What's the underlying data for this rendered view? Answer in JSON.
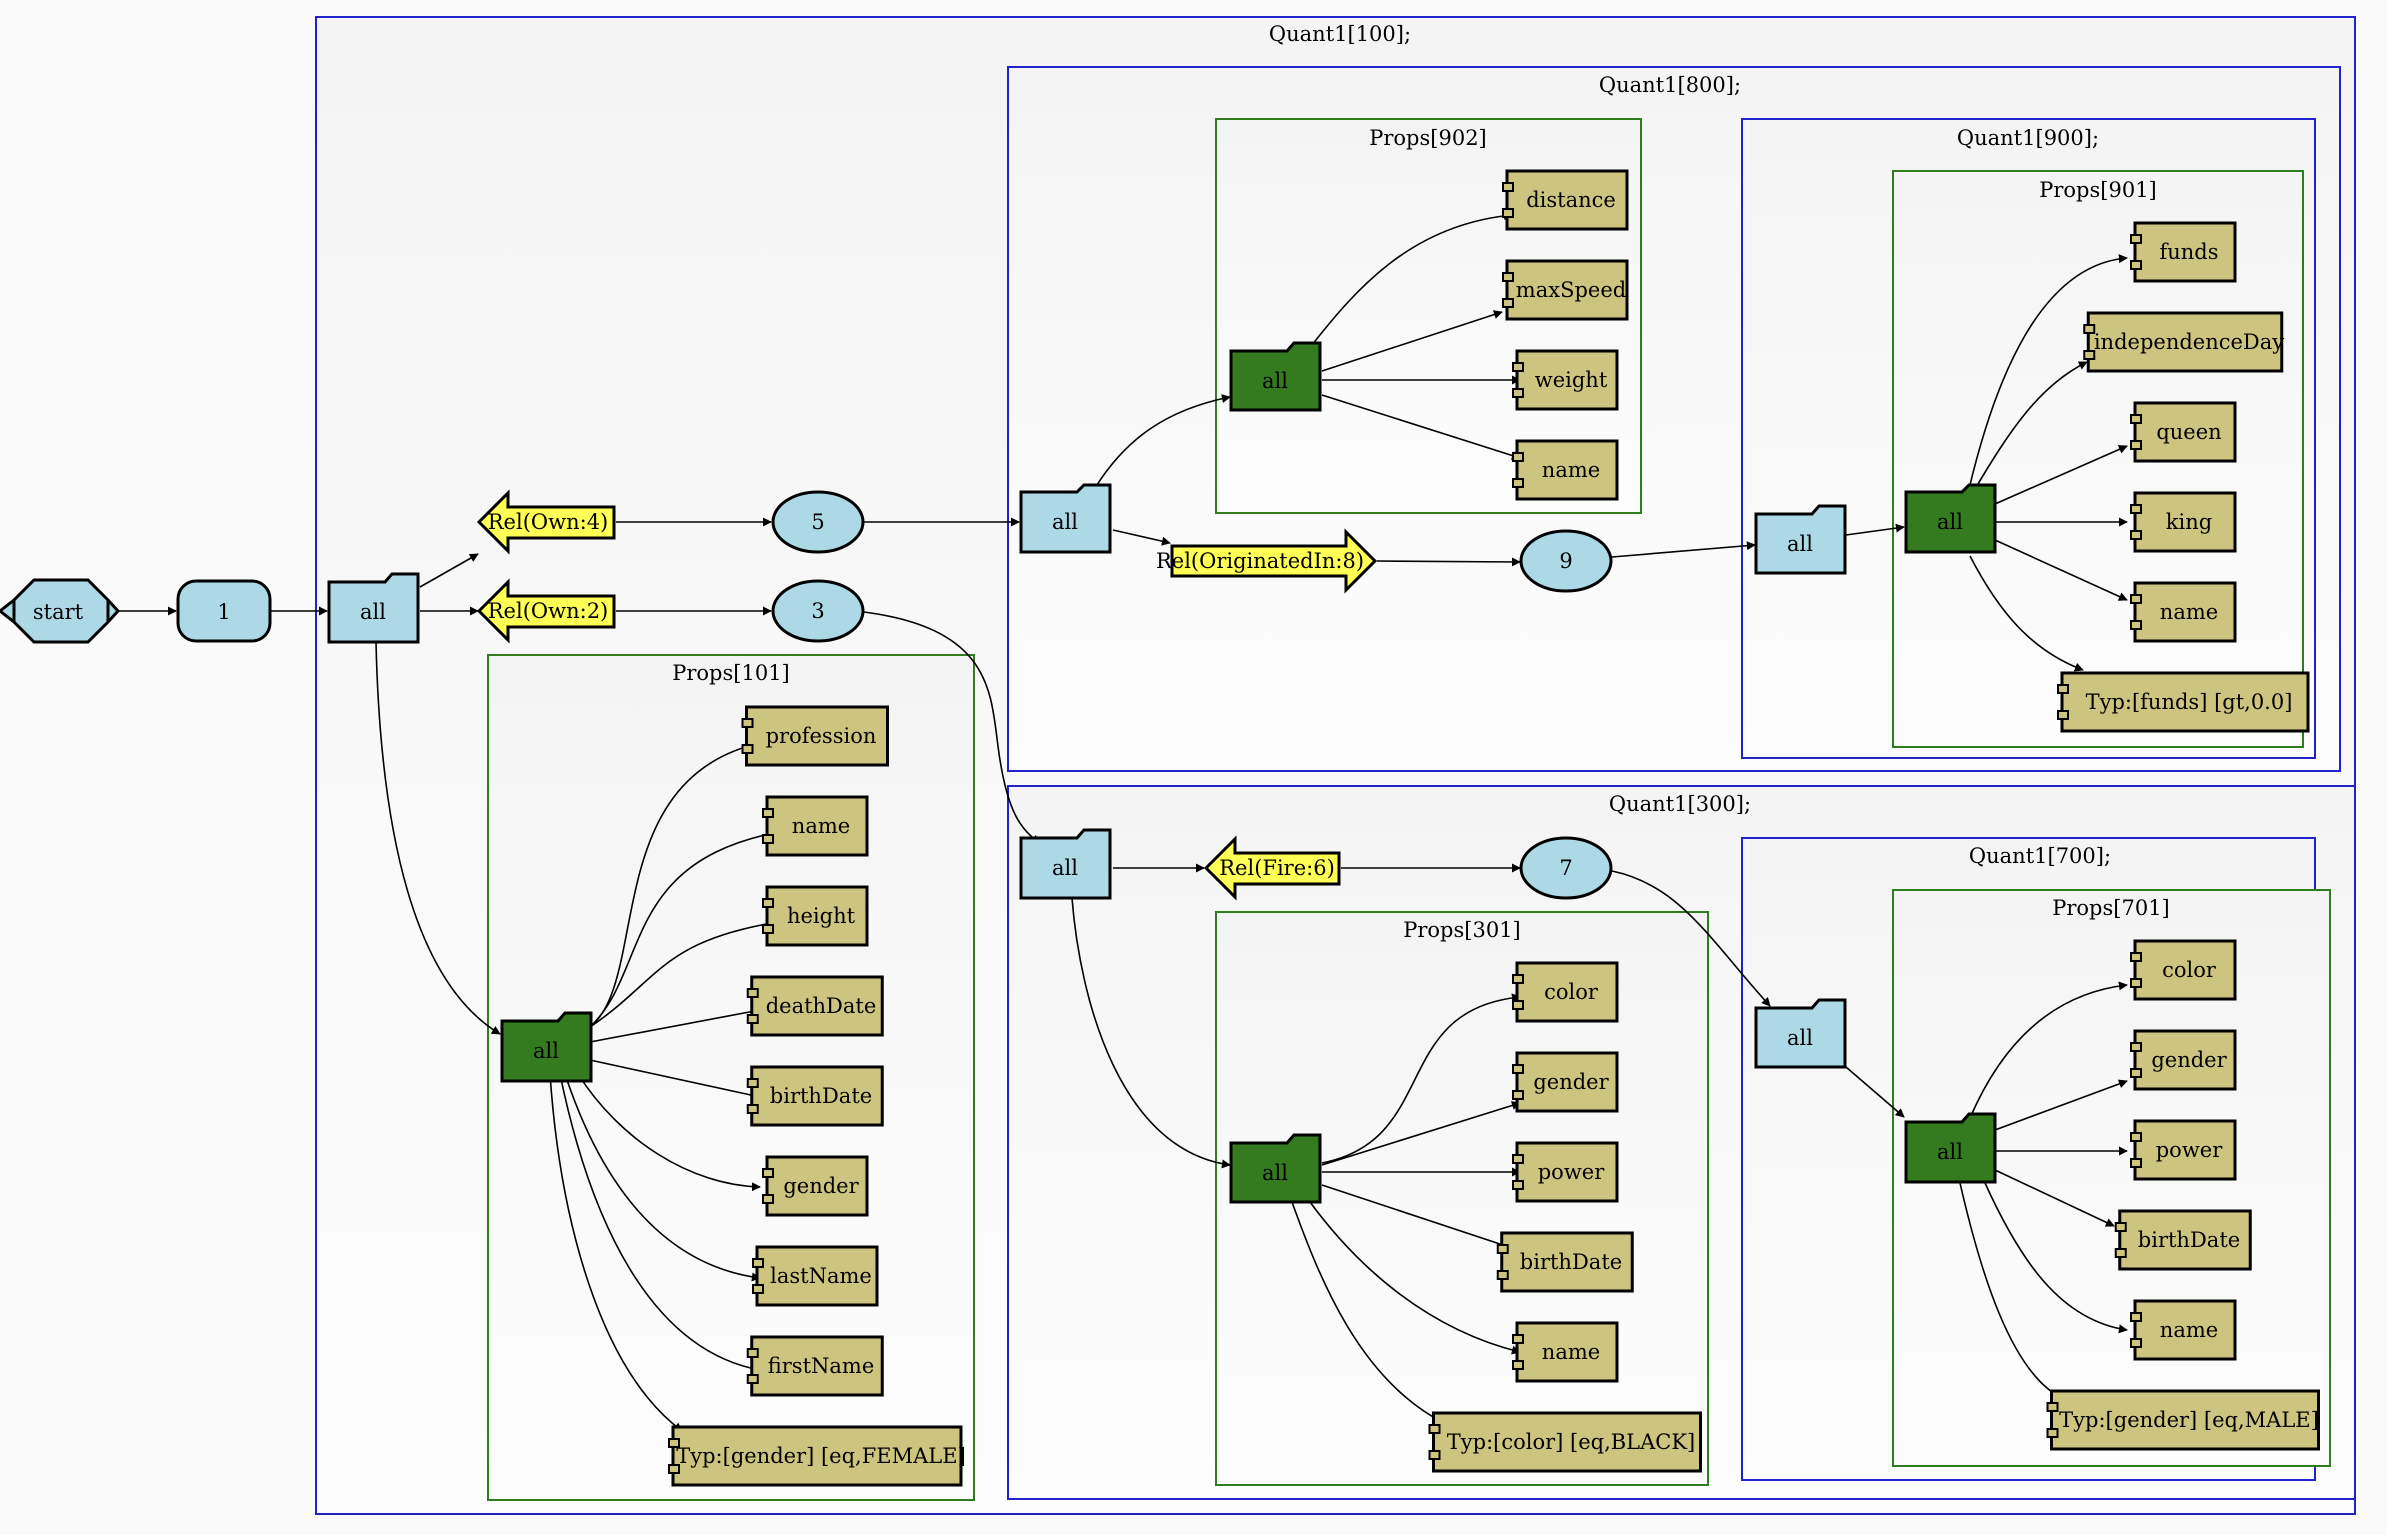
{
  "clusters": {
    "q100": "Quant1[100];",
    "q800": "Quant1[800];",
    "p902": "Props[902]",
    "q900": "Quant1[900];",
    "p901": "Props[901]",
    "p101": "Props[101]",
    "q300": "Quant1[300];",
    "p301": "Props[301]",
    "q700": "Quant1[700];",
    "p701": "Props[701]"
  },
  "nodes": {
    "start": "start",
    "n1": "1",
    "all_root": "all",
    "rel_own4": "Rel(Own:4)",
    "rel_own2": "Rel(Own:2)",
    "n5": "5",
    "n3": "3",
    "all_800": "all",
    "all_902": "all",
    "p902": [
      "distance",
      "maxSpeed",
      "weight",
      "name"
    ],
    "rel_orig8": "Rel(OriginatedIn:8)",
    "n9": "9",
    "all_900": "all",
    "all_901": "all",
    "p901": [
      "funds",
      "independenceDay",
      "queen",
      "king",
      "name",
      "Typ:[funds] [gt,0.0]"
    ],
    "all_101": "all",
    "p101": [
      "profession",
      "name",
      "height",
      "deathDate",
      "birthDate",
      "gender",
      "lastName",
      "firstName",
      "Typ:[gender] [eq,FEMALE]"
    ],
    "all_300": "all",
    "rel_fire6": "Rel(Fire:6)",
    "n7": "7",
    "all_301": "all",
    "p301": [
      "color",
      "gender",
      "power",
      "birthDate",
      "name",
      "Typ:[color] [eq,BLACK]"
    ],
    "all_700": "all",
    "all_701": "all",
    "p701": [
      "color",
      "gender",
      "power",
      "birthDate",
      "name",
      "Typ:[gender] [eq,MALE]"
    ]
  },
  "colors": {
    "quant_border": "#2222cc",
    "props_border": "#2e7d1e",
    "node_lightblue": "#add8e6",
    "node_darkgreen": "#347a1f",
    "node_khaki": "#cdc57f",
    "node_yellow": "#ffff55"
  }
}
